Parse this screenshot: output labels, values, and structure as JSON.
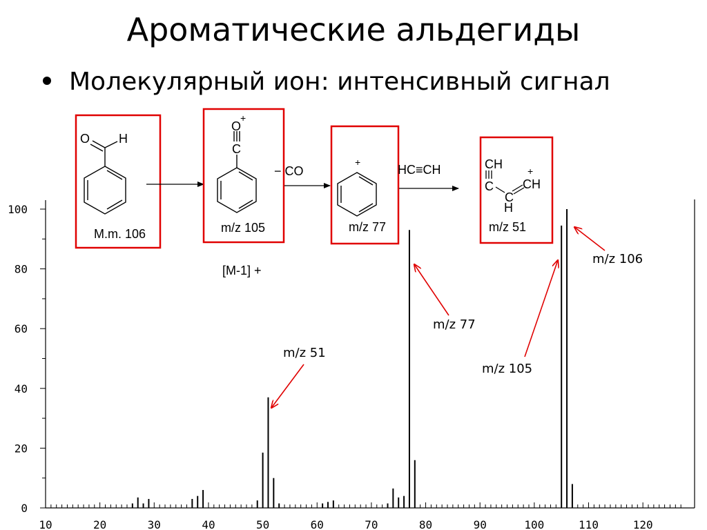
{
  "slide": {
    "title": "Ароматические альдегиды",
    "bullet": "Молекулярный ион: интенсивный сигнал"
  },
  "colors": {
    "box": "#e00000",
    "arrow": "#e00000",
    "axis": "#000000",
    "peak": "#000000"
  },
  "scheme": {
    "benzaldehyde": {
      "o": "O",
      "h": "H",
      "caption": "M.m. 106"
    },
    "benzoyl": {
      "o": "O",
      "plus": "+",
      "c": "C",
      "caption": "m/z 105",
      "note": "[M-1] +"
    },
    "step1_loss": "−  CO",
    "phenyl": {
      "plus": "+",
      "caption": "m/z 77"
    },
    "step2_loss": "HC≡CH",
    "c4h3": {
      "ch_top": "CH",
      "c_left": "C",
      "c_mid": "C",
      "ch_right": "CH",
      "h_bottom": "H",
      "plus": "+",
      "caption": "m/z 51"
    }
  },
  "annotations": [
    {
      "id": "m51",
      "text": "m/z 51"
    },
    {
      "id": "m77",
      "text": "m/z 77"
    },
    {
      "id": "m105",
      "text": "m/z 105"
    },
    {
      "id": "m106",
      "text": "m/z 106"
    }
  ],
  "chart_data": {
    "type": "bar",
    "title": "",
    "xlabel": "",
    "ylabel": "",
    "xlim": [
      10,
      130
    ],
    "ylim": [
      0,
      100
    ],
    "x_ticks": [
      10,
      20,
      30,
      40,
      50,
      60,
      70,
      80,
      90,
      100,
      110,
      120
    ],
    "y_ticks": [
      0,
      20,
      40,
      60,
      80,
      100
    ],
    "grid": false,
    "series": [
      {
        "peaks": [
          {
            "mz": 26,
            "intensity": 1.5
          },
          {
            "mz": 27,
            "intensity": 3.5
          },
          {
            "mz": 28,
            "intensity": 1.5
          },
          {
            "mz": 29,
            "intensity": 3
          },
          {
            "mz": 37,
            "intensity": 3
          },
          {
            "mz": 38,
            "intensity": 4
          },
          {
            "mz": 39,
            "intensity": 6
          },
          {
            "mz": 49,
            "intensity": 2.5
          },
          {
            "mz": 50,
            "intensity": 18.5
          },
          {
            "mz": 51,
            "intensity": 37
          },
          {
            "mz": 52,
            "intensity": 10
          },
          {
            "mz": 53,
            "intensity": 1.5
          },
          {
            "mz": 61,
            "intensity": 1.5
          },
          {
            "mz": 62,
            "intensity": 2
          },
          {
            "mz": 63,
            "intensity": 2.5
          },
          {
            "mz": 73,
            "intensity": 1.5
          },
          {
            "mz": 74,
            "intensity": 6.5
          },
          {
            "mz": 75,
            "intensity": 3.5
          },
          {
            "mz": 76,
            "intensity": 4
          },
          {
            "mz": 77,
            "intensity": 93
          },
          {
            "mz": 78,
            "intensity": 16
          },
          {
            "mz": 105,
            "intensity": 94.5
          },
          {
            "mz": 106,
            "intensity": 100
          },
          {
            "mz": 107,
            "intensity": 8
          }
        ]
      }
    ]
  }
}
